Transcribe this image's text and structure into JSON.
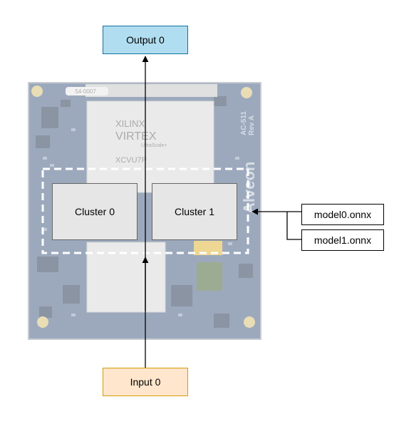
{
  "nodes": {
    "output": "Output 0",
    "input": "Input 0",
    "cluster0": "Cluster 0",
    "cluster1": "Cluster 1",
    "model0": "model0.onnx",
    "model1": "model1.onnx"
  },
  "board": {
    "part_number": "54-0007",
    "chip_brand": "XILINX",
    "chip_family": "VIRTEX",
    "chip_subfamily": "UltraScale+",
    "chip_model": "XCVU7P",
    "vendor_logo": "Alveon",
    "model_code": "AC-511",
    "revision": "Rev A"
  },
  "colors": {
    "output_fill": "#b1ddf0",
    "output_stroke": "#10739e",
    "input_fill": "#ffe6cc",
    "input_stroke": "#d79b00",
    "cluster_fill": "#e6e6e6",
    "board_pcb": "#5a6f90",
    "dashed_region": "#ffffff"
  }
}
